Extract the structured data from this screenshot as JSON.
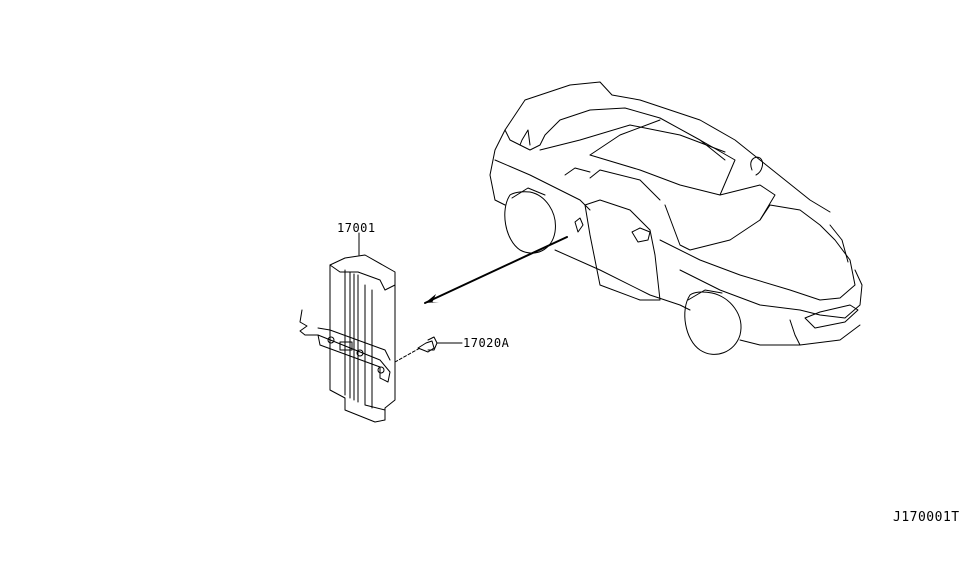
{
  "diagram": {
    "type": "parts-exploded-view",
    "subject": "vehicle with control unit location callout",
    "colors": {
      "line": "#000000",
      "background": "#ffffff"
    },
    "parts": [
      {
        "part_number": "17001",
        "description_icon": "control-unit-module"
      },
      {
        "part_number": "17020A",
        "description_icon": "bolt"
      }
    ],
    "reference_code": "J170001T"
  }
}
